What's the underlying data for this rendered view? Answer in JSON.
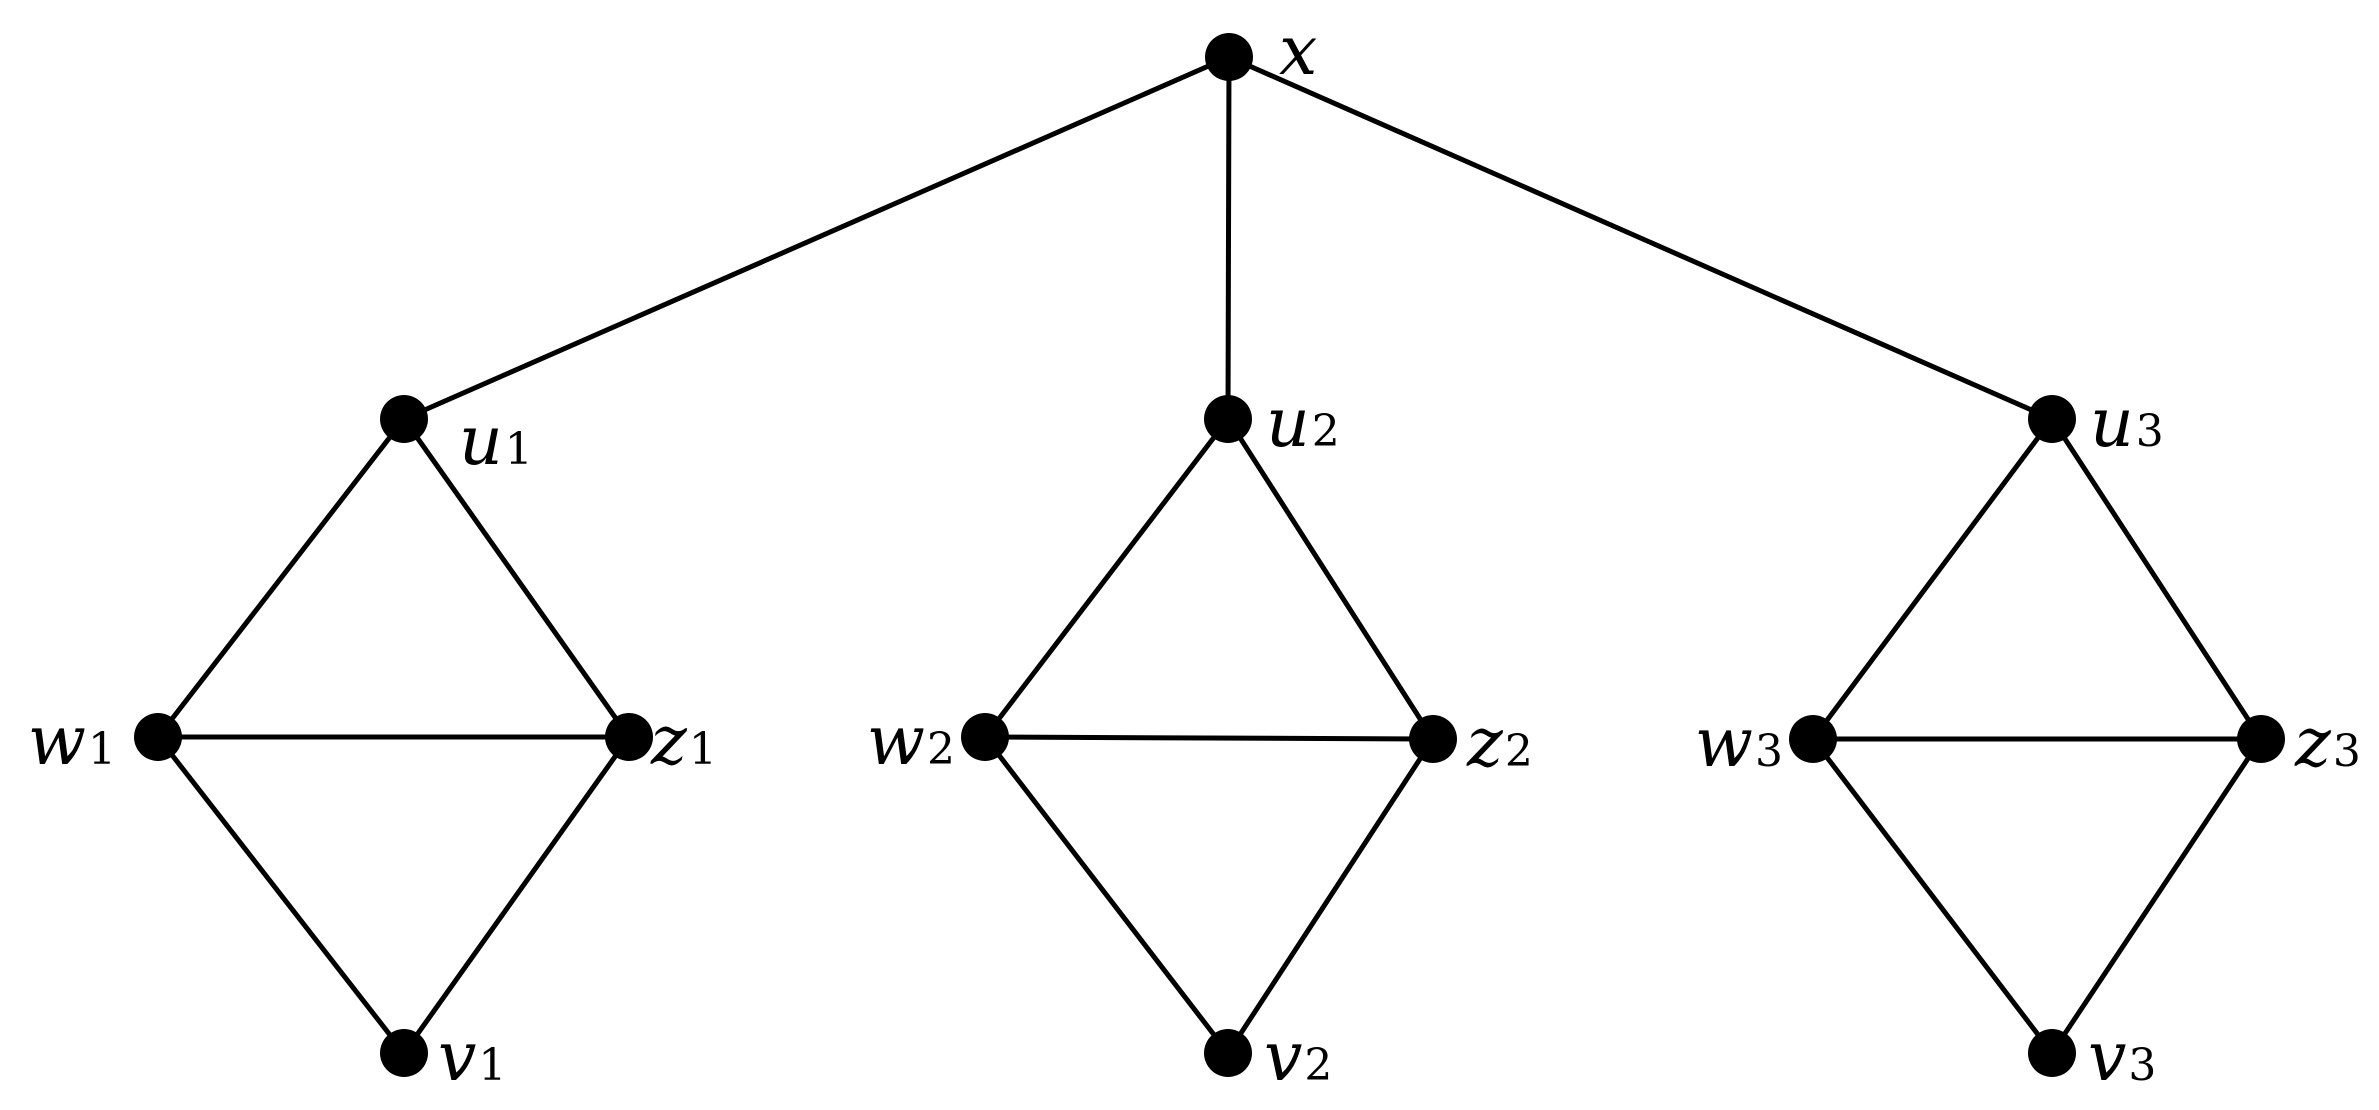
{
  "graph": {
    "nodes": [
      {
        "id": "x",
        "name": "x",
        "sub": ""
      },
      {
        "id": "u1",
        "name": "u",
        "sub": "1"
      },
      {
        "id": "u2",
        "name": "u",
        "sub": "2"
      },
      {
        "id": "u3",
        "name": "u",
        "sub": "3"
      },
      {
        "id": "w1",
        "name": "w",
        "sub": "1"
      },
      {
        "id": "z1",
        "name": "z",
        "sub": "1"
      },
      {
        "id": "v1",
        "name": "v",
        "sub": "1"
      },
      {
        "id": "w2",
        "name": "w",
        "sub": "2"
      },
      {
        "id": "z2",
        "name": "z",
        "sub": "2"
      },
      {
        "id": "v2",
        "name": "v",
        "sub": "2"
      },
      {
        "id": "w3",
        "name": "w",
        "sub": "3"
      },
      {
        "id": "z3",
        "name": "z",
        "sub": "3"
      },
      {
        "id": "v3",
        "name": "v",
        "sub": "3"
      }
    ],
    "edges": [
      [
        "x",
        "u1"
      ],
      [
        "x",
        "u2"
      ],
      [
        "x",
        "u3"
      ],
      [
        "u1",
        "w1"
      ],
      [
        "u1",
        "z1"
      ],
      [
        "w1",
        "z1"
      ],
      [
        "w1",
        "v1"
      ],
      [
        "z1",
        "v1"
      ],
      [
        "u2",
        "w2"
      ],
      [
        "u2",
        "z2"
      ],
      [
        "w2",
        "z2"
      ],
      [
        "w2",
        "v2"
      ],
      [
        "z2",
        "v2"
      ],
      [
        "u3",
        "w3"
      ],
      [
        "u3",
        "z3"
      ],
      [
        "w3",
        "z3"
      ],
      [
        "w3",
        "v3"
      ],
      [
        "z3",
        "v3"
      ]
    ],
    "colors": {
      "node": "#000000",
      "edge": "#000000",
      "background": "#ffffff"
    }
  }
}
